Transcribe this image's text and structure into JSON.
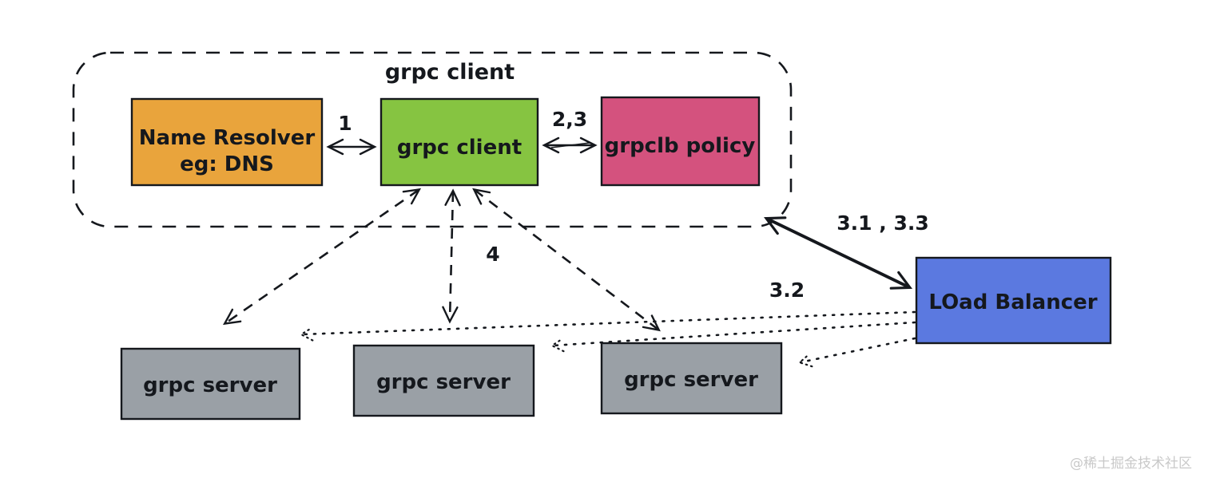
{
  "diagram": {
    "container": {
      "label": "grpc client"
    },
    "nodes": {
      "name_resolver": {
        "label_line1": "Name Resolver",
        "label_line2": "eg: DNS",
        "color": "#E9A43C"
      },
      "grpc_client": {
        "label": "grpc client",
        "color": "#86C441"
      },
      "grpclb_policy": {
        "label": "grpclb policy",
        "color": "#D4527E"
      },
      "load_balancer": {
        "label": "LOad Balancer",
        "color": "#5B79E0"
      },
      "server_1": {
        "label": "grpc server",
        "color": "#9AA0A6"
      },
      "server_2": {
        "label": "grpc server",
        "color": "#9AA0A6"
      },
      "server_3": {
        "label": "grpc server",
        "color": "#9AA0A6"
      }
    },
    "edges": {
      "resolver_client": {
        "label": "1"
      },
      "client_policy": {
        "label": "2,3"
      },
      "client_lb": {
        "label": "3.1 , 3.3"
      },
      "lb_servers": {
        "label": "3.2"
      },
      "client_servers": {
        "label": "4"
      }
    },
    "stroke_color": "#15181d",
    "watermark": "@稀土掘金技术社区"
  }
}
